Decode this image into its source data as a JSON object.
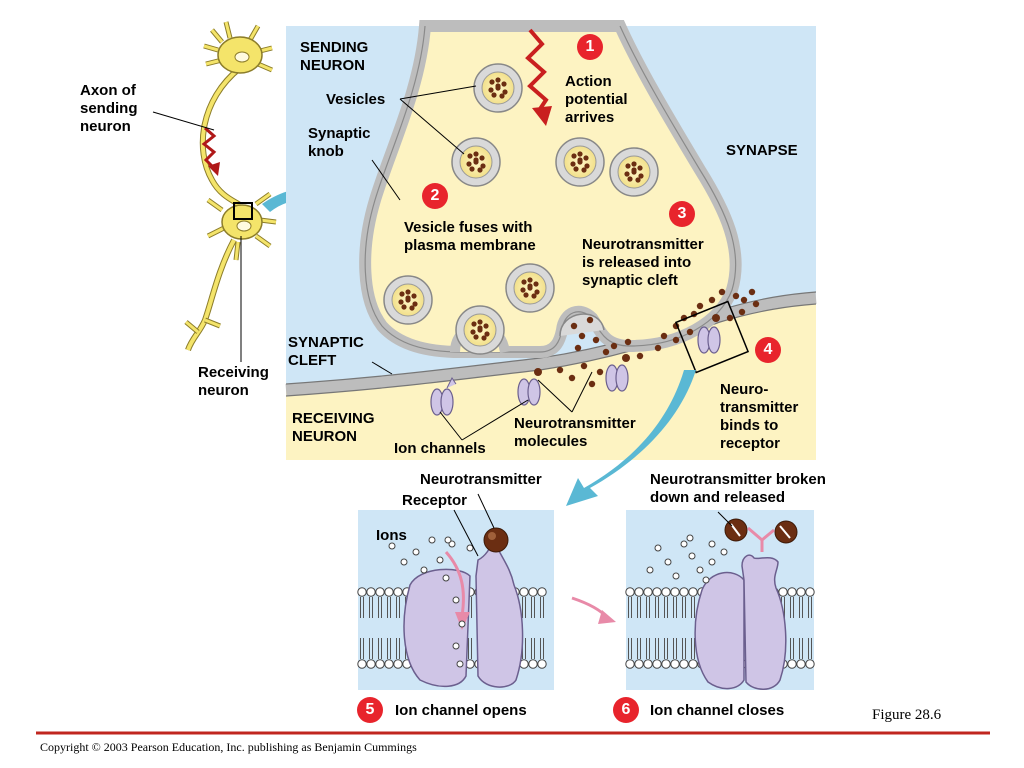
{
  "labels": {
    "axon_of_sending_neuron": "Axon of\nsending\nneuron",
    "receiving_neuron": "Receiving\nneuron",
    "sending_neuron": "SENDING\nNEURON",
    "vesicles": "Vesicles",
    "synaptic_knob": "Synaptic\nknob",
    "action_potential_arrives": "Action\npotential\narrives",
    "synapse": "SYNAPSE",
    "vesicle_fuses": "Vesicle fuses with\nplasma membrane",
    "neurotransmitter_released": "Neurotransmitter\nis released into\nsynaptic cleft",
    "synaptic_cleft": "SYNAPTIC\nCLEFT",
    "receiving_neuron_caps": "RECEIVING\nNEURON",
    "ion_channels": "Ion channels",
    "neurotransmitter_molecules": "Neurotransmitter\nmolecules",
    "neurotransmitter_binds": "Neuro-\ntransmitter\nbinds to\nreceptor",
    "neurotransmitter_top": "Neurotransmitter",
    "receptor": "Receptor",
    "ions": "Ions",
    "broken_down": "Neurotransmitter broken\ndown and released",
    "channel_opens": "Ion channel opens",
    "channel_closes": "Ion channel closes"
  },
  "steps": [
    "1",
    "2",
    "3",
    "4",
    "5",
    "6"
  ],
  "figure_label": "Figure 28.6",
  "copyright": "Copyright © 2003 Pearson Education, Inc. publishing as Benjamin Cummings",
  "colors": {
    "cleft_blue": "#cfe6f6",
    "cytoplasm": "#fdf3c2",
    "membrane": "#bdbdbd",
    "neurotransmitter": "#6b2e12",
    "channel": "#cfc5e6",
    "step_red": "#e8242c",
    "arrow_cyan": "#5ab8d4",
    "footer_red": "#c0261f"
  }
}
